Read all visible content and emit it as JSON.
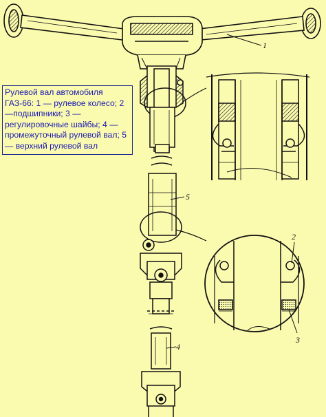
{
  "caption": {
    "text": "Рулевой вал автомобиля ГАЗ-66: 1 — рулевое колесо; 2—подшипники; 3 — регулировочные шайбы; 4 — промежуточный рулевой вал; 5 — верхний рулевой вал"
  },
  "callouts": {
    "steering_wheel": "1",
    "bearings": "2",
    "shims": "3",
    "intermediate_shaft": "4",
    "upper_shaft": "5"
  },
  "colors": {
    "background": "#fbfbb0",
    "ink": "#111111",
    "caption_text": "#1a1ab0",
    "caption_border": "#1a2a8a"
  }
}
